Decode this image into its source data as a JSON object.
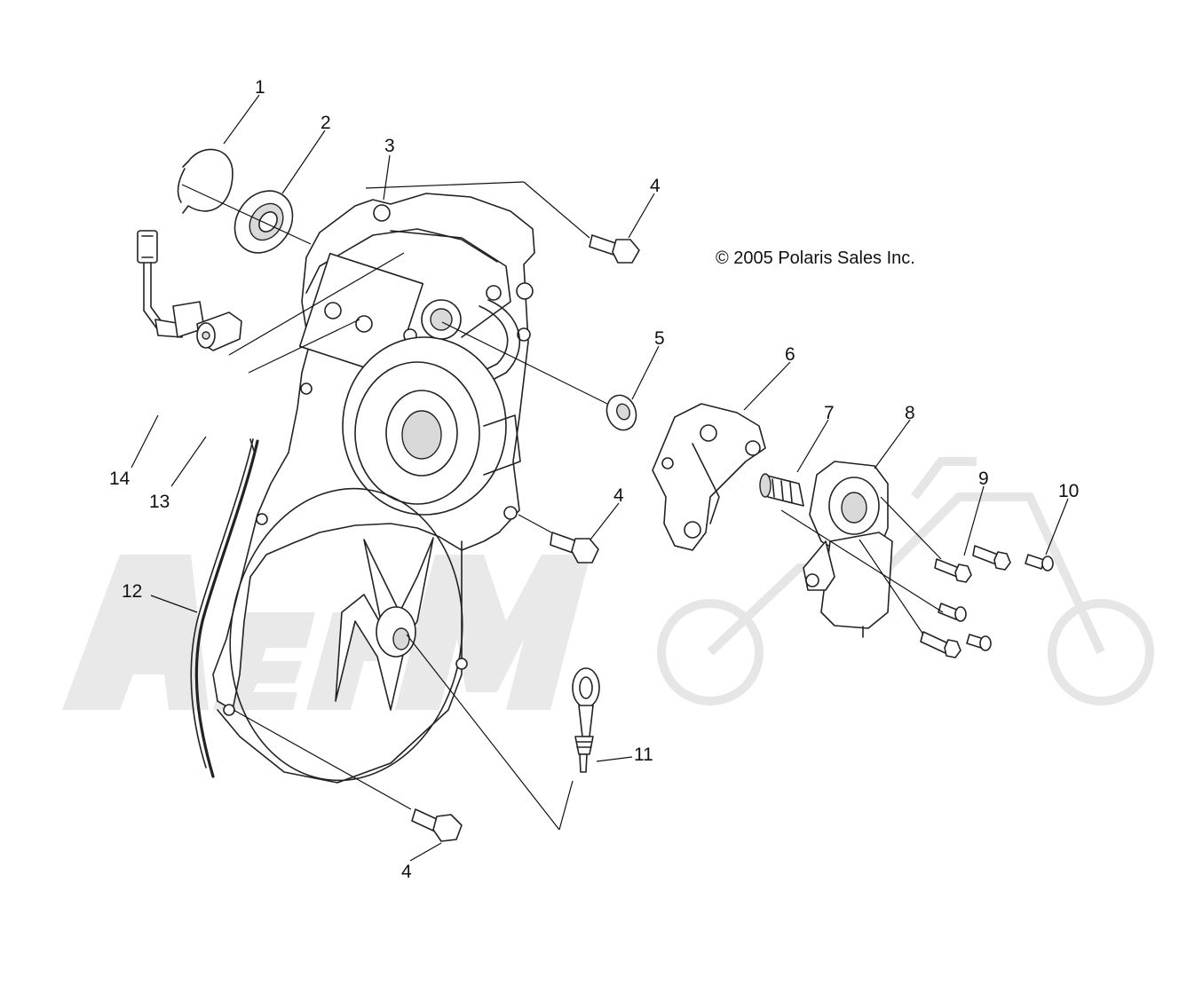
{
  "copyright": "© 2005 Polaris Sales Inc.",
  "watermark": "ArtMoto",
  "callouts": [
    {
      "id": "1",
      "label": "1"
    },
    {
      "id": "2",
      "label": "2"
    },
    {
      "id": "3",
      "label": "3"
    },
    {
      "id": "4a",
      "label": "4"
    },
    {
      "id": "5",
      "label": "5"
    },
    {
      "id": "6",
      "label": "6"
    },
    {
      "id": "7",
      "label": "7"
    },
    {
      "id": "8",
      "label": "8"
    },
    {
      "id": "4b",
      "label": "4"
    },
    {
      "id": "9",
      "label": "9"
    },
    {
      "id": "10",
      "label": "10"
    },
    {
      "id": "14",
      "label": "14"
    },
    {
      "id": "13",
      "label": "13"
    },
    {
      "id": "12",
      "label": "12"
    },
    {
      "id": "11",
      "label": "11"
    },
    {
      "id": "4c",
      "label": "4"
    }
  ]
}
